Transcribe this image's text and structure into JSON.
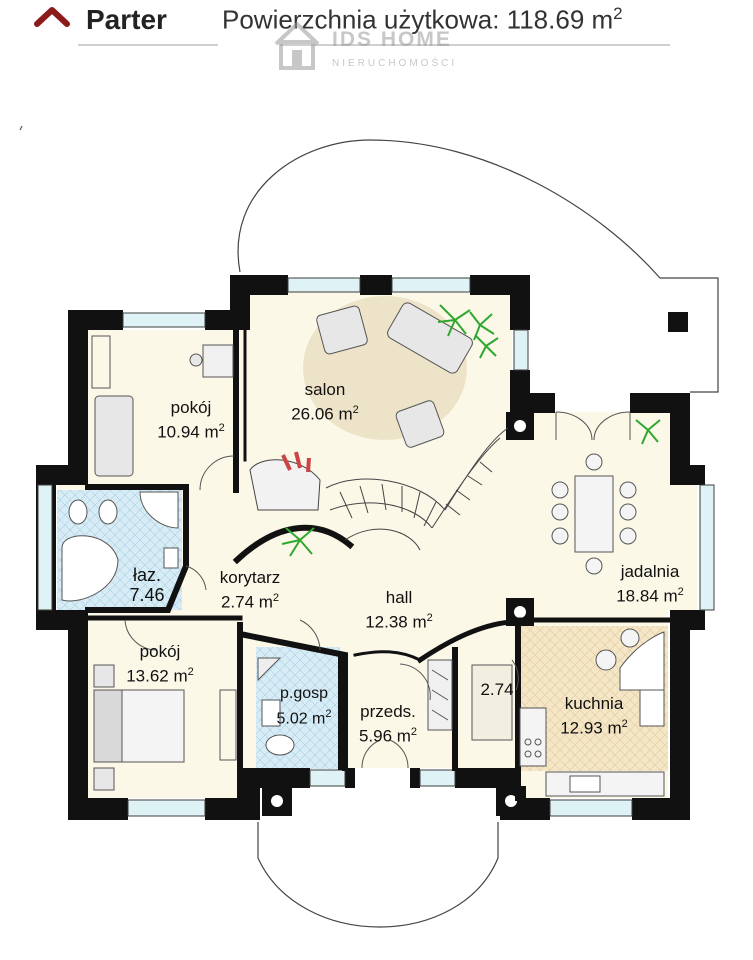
{
  "header": {
    "floor_title": "Parter",
    "area_label": "Powierzchnia użytkowa: 118.69 m",
    "area_sup": "2"
  },
  "logo": {
    "brand": "IDS HOME",
    "subtitle": "NIERUCHOMOŚCI"
  },
  "rooms": {
    "pokoj_top": {
      "name": "pokój",
      "area": "10.94 m",
      "sup": "2"
    },
    "salon": {
      "name": "salon",
      "area": "26.06 m",
      "sup": "2"
    },
    "jadalnia": {
      "name": "jadalnia",
      "area": "18.84 m",
      "sup": "2"
    },
    "laz": {
      "name": "łaz.",
      "area": "7.46"
    },
    "korytarz": {
      "name": "korytarz",
      "area": "2.74 m",
      "sup": "2"
    },
    "hall": {
      "name": "hall",
      "area": "12.38 m",
      "sup": "2"
    },
    "pokoj_bottom": {
      "name": "pokój",
      "area": "13.62 m",
      "sup": "2"
    },
    "p_gosp": {
      "name": "p.gosp",
      "area": "5.02 m",
      "sup": "2"
    },
    "przeds": {
      "name": "przeds.",
      "area": "5.96 m",
      "sup": "2"
    },
    "spizarnia": {
      "name": "2.74"
    },
    "kuchnia": {
      "name": "kuchnia",
      "area": "12.93 m",
      "sup": "2"
    }
  },
  "colors": {
    "accent": "#8b1a1a",
    "wall": "#111111",
    "floor": "#fbf8e8",
    "tile": "#d8ecf6",
    "kitchen_tile": "#f4e6c6",
    "rug": "#ede3c8",
    "plant": "#2fa82f"
  }
}
